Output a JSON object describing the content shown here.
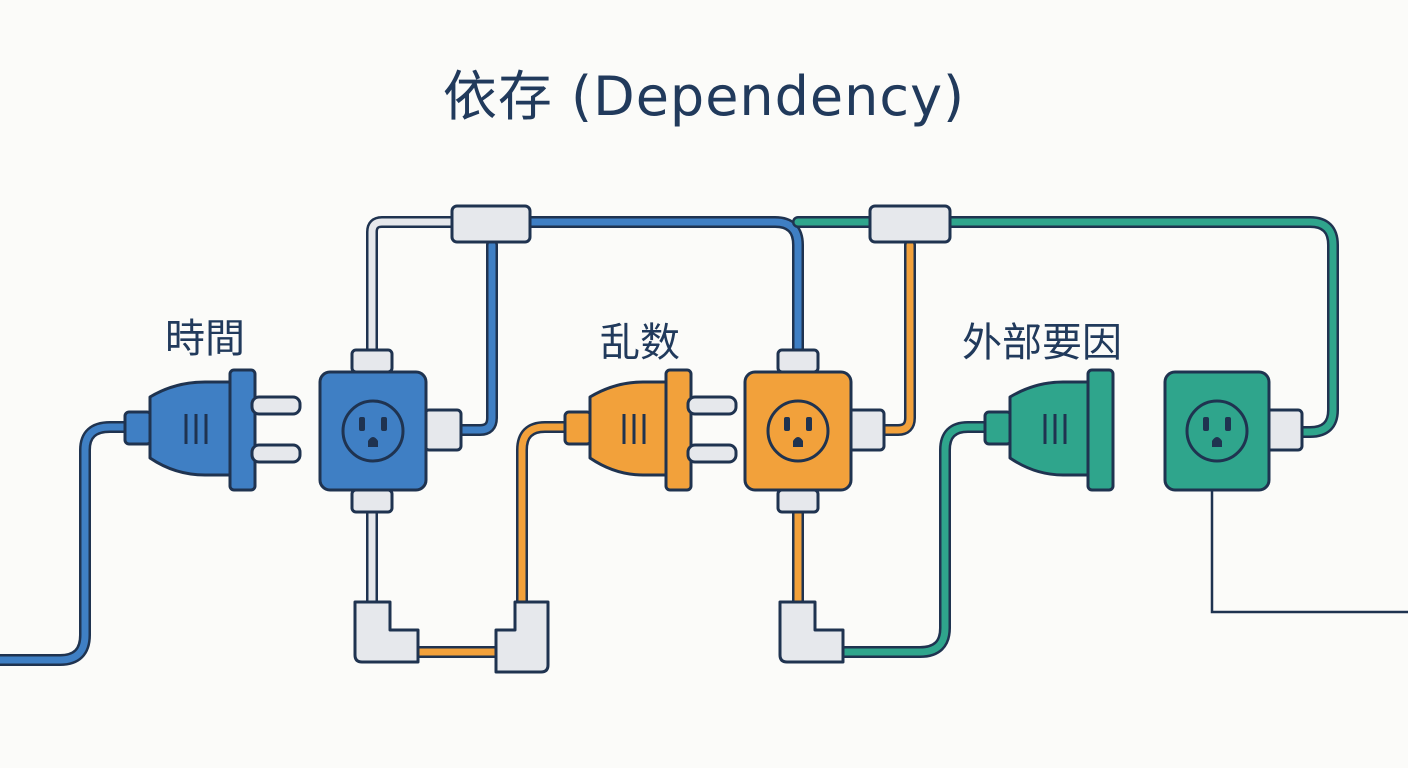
{
  "title": "依存 (Dependency)",
  "labels": {
    "time": "時間",
    "random": "乱数",
    "external": "外部要因"
  },
  "colors": {
    "blue": "#3f7fc4",
    "orange": "#f2a13b",
    "green": "#2fa58c",
    "outline": "#1f3350",
    "connector": "#e6e8ec",
    "text": "#213a5c"
  },
  "icons": {
    "plug": "power-plug-icon",
    "outlet": "power-outlet-icon"
  }
}
